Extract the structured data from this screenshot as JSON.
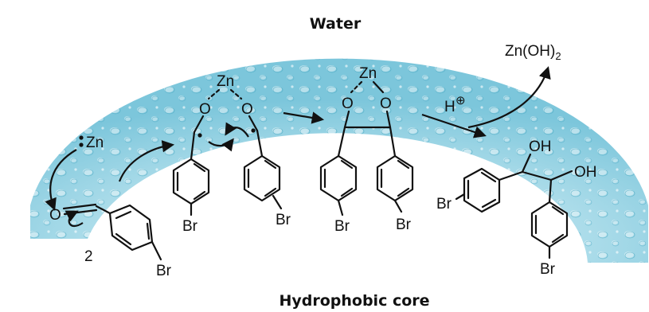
{
  "region_labels": {
    "top": "Water",
    "bottom": "Hydrophobic core"
  },
  "reactants": {
    "zinc": "Zn",
    "coefficient": "2",
    "oxygen": "O",
    "bromine": "Br"
  },
  "intermediate_1": {
    "metal": "Zn",
    "oxygen_left": "O",
    "oxygen_right": "O",
    "bromine_left": "Br",
    "bromine_right": "Br"
  },
  "intermediate_2": {
    "metal": "Zn",
    "oxygen_left": "O",
    "oxygen_right": "O",
    "bromine_left": "Br",
    "bromine_right": "Br"
  },
  "acid": {
    "text": "H",
    "charge_symbol": "⊕"
  },
  "byproduct": {
    "text": "Zn(OH)",
    "subscript": "2"
  },
  "product": {
    "hydroxyl_top": "OH",
    "hydroxyl_right": "OH",
    "bromine_left": "Br",
    "bromine_bottom": "Br"
  },
  "colors": {
    "water_light": "#d8f0f7",
    "water_mid": "#a9dbe9",
    "water_dark": "#6fbdd3",
    "ink": "#111111"
  }
}
